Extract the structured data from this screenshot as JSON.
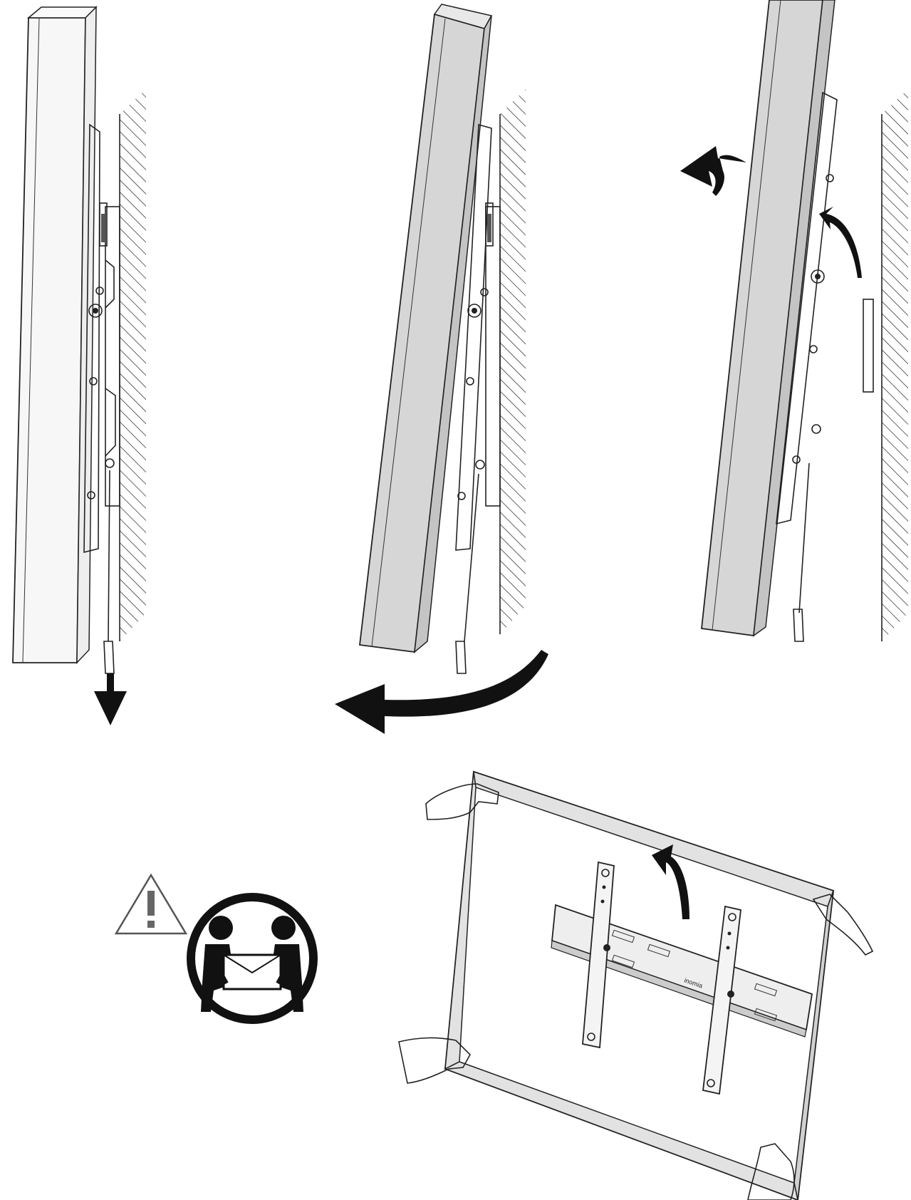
{
  "diagram": {
    "panels": [
      {
        "id": "step-pull-cord",
        "icon": "arrow-down-icon"
      },
      {
        "id": "step-tilt-tv-forward",
        "icon": "curved-arrow-left-icon"
      },
      {
        "id": "step-lift-tv-off",
        "icon": "arrow-left-icon"
      },
      {
        "id": "step-two-person-lift",
        "icon": "two-person-lift-icon"
      }
    ],
    "warning": {
      "icon": "warning-triangle-icon",
      "label": "!"
    },
    "bracket_logo": {
      "text": "inomia"
    },
    "colors": {
      "line": "#222222",
      "tv_fill_light": "#f7f7f7",
      "tv_fill_gray": "#d6d6d6",
      "arrow": "#111111",
      "background": "#ffffff"
    }
  }
}
